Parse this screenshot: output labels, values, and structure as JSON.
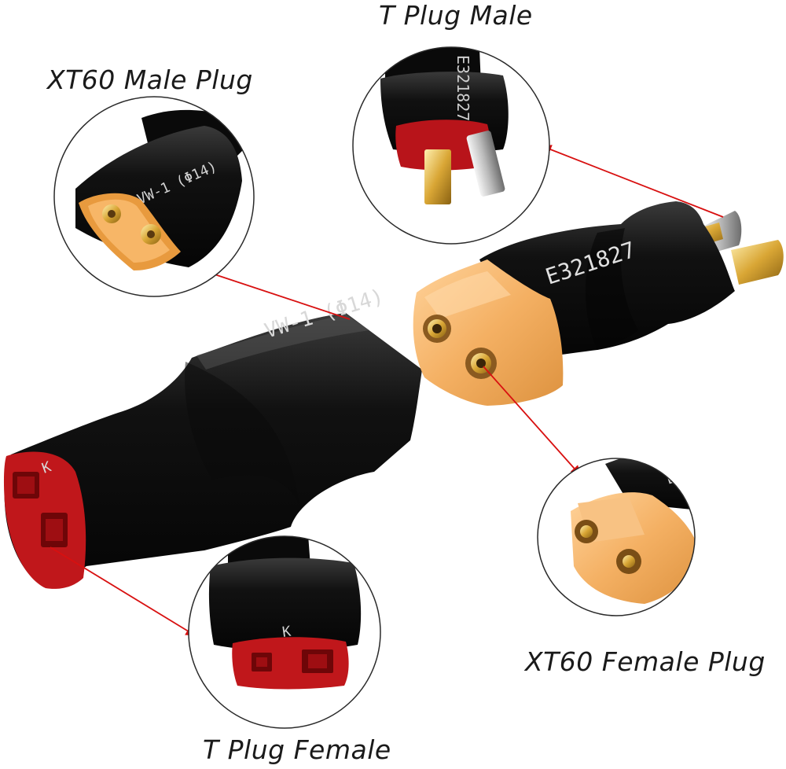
{
  "labels": {
    "t_plug_male": "T Plug Male",
    "xt60_male_plug": "XT60 Male Plug",
    "xt60_female_plug": "XT60 Female Plug",
    "t_plug_female": "T Plug Female"
  },
  "printed_text": {
    "cable_marking_left": "VW-1 (Φ14)",
    "cable_marking_right": "E321827",
    "letter_mark": "K"
  },
  "colors": {
    "background": "#ffffff",
    "sleeve_black": "#111111",
    "xt60_yellow": "#f2b060",
    "t_plug_red": "#c0171b",
    "gold_pin": "#d9a635",
    "arrow_red": "#d81010",
    "circle_stroke": "#2a2a2a"
  }
}
